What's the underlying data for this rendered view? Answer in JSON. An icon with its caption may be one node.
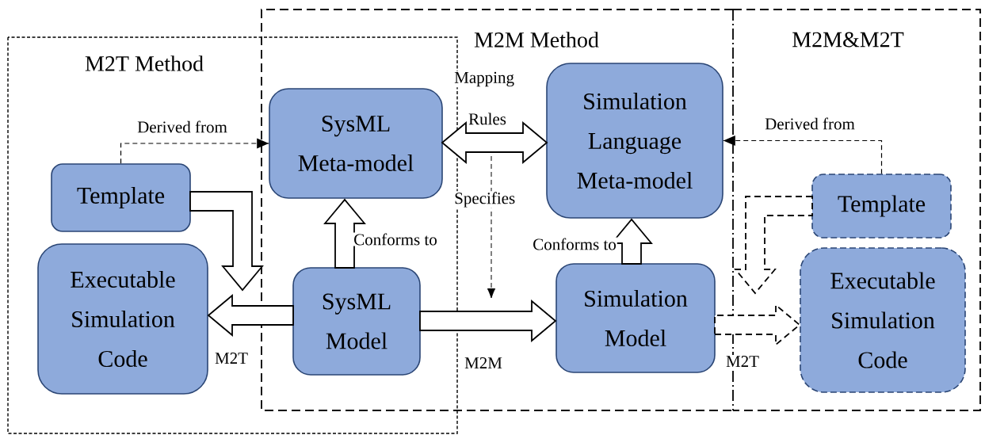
{
  "diagram": {
    "nodes": [
      {
        "text": [
          "M2T Method"
        ]
      },
      {
        "text": [
          "M2M Method"
        ]
      },
      {
        "text": [
          "M2M&M2T"
        ]
      },
      {
        "text": [
          "Template"
        ],
        "in": 0
      },
      {
        "text": [
          "Executable Simulation Code"
        ],
        "in": 0
      },
      {
        "text": [
          "SysML Meta-model"
        ]
      },
      {
        "text": [
          "SysML Model"
        ]
      },
      {
        "text": [
          "Simulation Language Meta-model"
        ],
        "in": 1
      },
      {
        "text": [
          "Simulation Model"
        ],
        "in": 1
      },
      {
        "text": [
          "Template"
        ],
        "in": 2
      },
      {
        "text": [
          "Executable Simulation Code"
        ],
        "in": 2
      }
    ],
    "edges": [
      {
        "from": 3,
        "to": 5,
        "arrow": "to",
        "label": "Derived from"
      },
      {
        "from": 5,
        "to": 7,
        "arrow": "both",
        "label": "Rules",
        "style": "thick"
      },
      {
        "from": 9,
        "to": 7,
        "arrow": "to",
        "label": "Derived from"
      },
      {
        "from": 6,
        "to": 5,
        "arrow": "to",
        "label": "Conforms to",
        "style": "thick"
      },
      {
        "from": 8,
        "to": 7,
        "arrow": "to",
        "label": "Conforms to",
        "style": "thick"
      },
      {
        "from": 3,
        "to": 4,
        "arrow": "to",
        "style": "thick"
      },
      {
        "from": 9,
        "to": 10,
        "arrow": "to",
        "style": "dashed"
      },
      {
        "from": 6,
        "to": 4,
        "arrow": "to",
        "label": "M2T",
        "style": "thick"
      },
      {
        "from": 6,
        "to": 8,
        "arrow": "to",
        "label": "M2M",
        "style": "thick"
      },
      {
        "from": 8,
        "to": 10,
        "arrow": "to",
        "label": "M2T",
        "style": "dashed"
      }
    ],
    "labels": [
      "Mapping",
      "Specifies"
    ]
  }
}
